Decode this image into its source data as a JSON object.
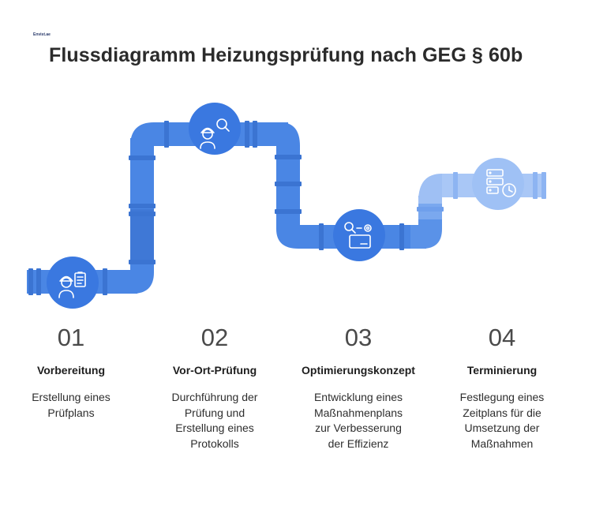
{
  "logo": {
    "text": "Envist.ae"
  },
  "title": "Flussdiagramm Heizungsprüfung nach GEG § 60b",
  "colors": {
    "pipe": "#4a86e4",
    "pipe_dark": "#3b74d2",
    "pipe_light": "#8db4f2",
    "pipe_lightest": "#a9c7f6",
    "circle": "#3a78e0",
    "circle_light": "#9fc1f5"
  },
  "steps": [
    {
      "number": "01",
      "label": "Vorbereitung",
      "description": "Erstellung eines\nPrüfplans",
      "icon": "worker-clipboard-icon"
    },
    {
      "number": "02",
      "label": "Vor-Ort-Prüfung",
      "description": "Durchführung der\nPrüfung und\nErstellung eines\nProtokolls",
      "icon": "worker-search-icon"
    },
    {
      "number": "03",
      "label": "Optimierungskonzept",
      "description": "Entwicklung eines\nMaßnahmenplans\nzur Verbesserung\nder Effizienz",
      "icon": "search-gear-card-icon"
    },
    {
      "number": "04",
      "label": "Terminierung",
      "description": "Festlegung eines\nZeitplans für die\nUmsetzung der\nMaßnahmen",
      "icon": "server-clock-icon"
    }
  ]
}
